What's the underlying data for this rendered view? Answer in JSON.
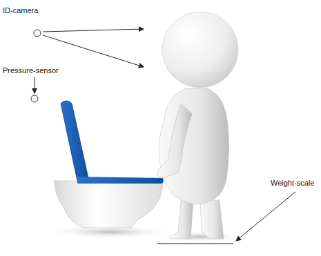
{
  "diagram": {
    "labels": [
      "ID-camera",
      "Pressure-sensor",
      "Weight-scale"
    ]
  }
}
